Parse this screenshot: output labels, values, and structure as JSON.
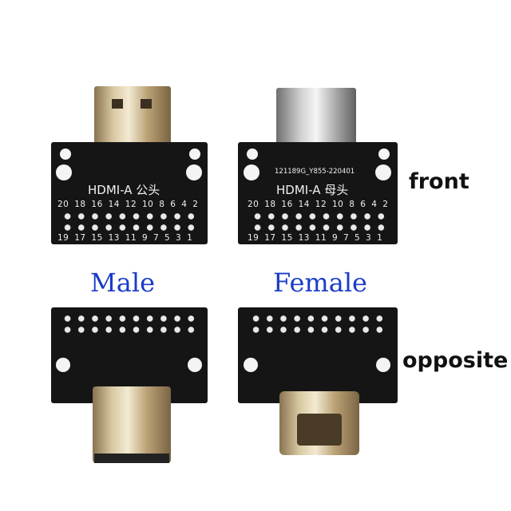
{
  "labels": {
    "front": "front",
    "opposite": "opposite",
    "male": "Male",
    "female": "Female"
  },
  "silkscreen": {
    "male_title": "HDMI-A 公头",
    "female_title": "HDMI-A 母头",
    "female_code": "121189G_Y855-220401",
    "even_pins": "20 18 16 14 12 10 8 6 4 2",
    "odd_pins": "19 17 15 13 11 9 7 5 3 1"
  },
  "colors": {
    "label_blue": "#1a3cc8",
    "pcb_black": "#151515",
    "gold": "#d9c9a3",
    "silver": "#cfcfcf"
  }
}
